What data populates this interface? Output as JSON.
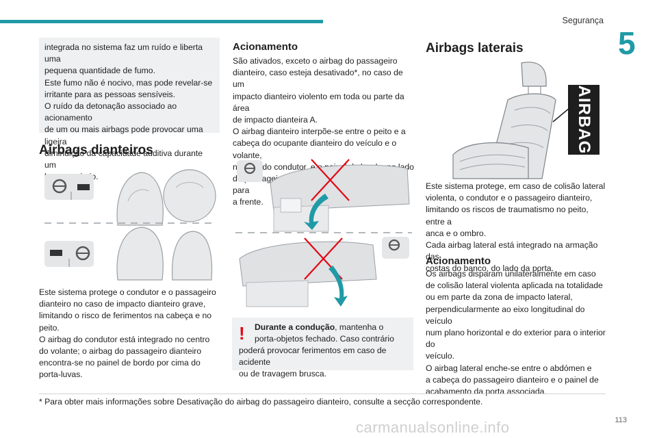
{
  "header": {
    "section": "Segurança",
    "chapter": "5"
  },
  "col1": {
    "note": [
      "integrada no sistema faz um ruído e liberta uma",
      "pequena quantidade de fumo.",
      "Este fumo não é nocivo, mas pode revelar-se",
      "irritante para as pessoas sensíveis.",
      "O ruído da detonação associado ao acionamento",
      "de um ou mais airbags pode provocar uma ligeira",
      "diminuição da capacidade auditiva durante um",
      "breve período."
    ],
    "heading": "Airbags dianteiros",
    "body": [
      "Este sistema protege o condutor e o passageiro",
      "dianteiro no caso de impacto dianteiro grave,",
      "limitando o risco de ferimentos na cabeça e no peito.",
      "O airbag do condutor está integrado no centro",
      "do volante; o airbag do passageiro dianteiro",
      "encontra-se no painel de bordo por cima do",
      "porta-luvas."
    ]
  },
  "col2": {
    "heading": "Acionamento",
    "body": [
      "São ativados, exceto o airbag do passageiro",
      "dianteiro, caso esteja desativado*, no caso de um",
      "impacto dianteiro violento em toda ou parte da área",
      "de impacto dianteira A.",
      "O airbag dianteiro interpõe-se entre o peito e a",
      "cabeça do ocupante dianteiro do veículo e o volante,",
      "no lado do condutor, e o painel de bordo, no lado",
      "do passageiro, para amortecer a sua projeção para",
      "a frente."
    ],
    "warning_bold": "Durante a condução",
    "warning_rest1": ", mantenha o",
    "warning_lines": [
      "porta-objetos fechado. Caso contrário",
      "poderá provocar ferimentos em caso de acidente",
      "ou de travagem brusca."
    ]
  },
  "col3": {
    "heading": "Airbags laterais",
    "airbag_label": "AIRBAG",
    "body": [
      "Este sistema protege, em caso de colisão lateral",
      "violenta, o condutor e o passageiro dianteiro,",
      "limitando os riscos de traumatismo no peito, entre a",
      "anca e o ombro.",
      "Cada airbag lateral está integrado na armação das",
      "costas do banco, do lado da porta."
    ],
    "subheading": "Acionamento",
    "body2": [
      "Os airbags disparam unilateralmente em caso",
      "de colisão lateral violenta aplicada na totalidade",
      "ou em parte da zona de impacto lateral,",
      "perpendicularmente ao eixo longitudinal do veículo",
      "num plano horizontal e do exterior para o interior do",
      "veículo.",
      "O airbag lateral enche-se entre o abdómen e",
      "a cabeça do passageiro dianteiro e o painel de",
      "acabamento da porta associada."
    ]
  },
  "footnote": "* Para obter mais informações sobre Desativação do airbag do passageiro dianteiro, consulte a secção correspondente.",
  "page_number": "113",
  "watermark": "carmanualsonline.info",
  "colors": {
    "accent": "#1f9aa6",
    "warning": "#e30613",
    "box": "#eef0f2"
  }
}
